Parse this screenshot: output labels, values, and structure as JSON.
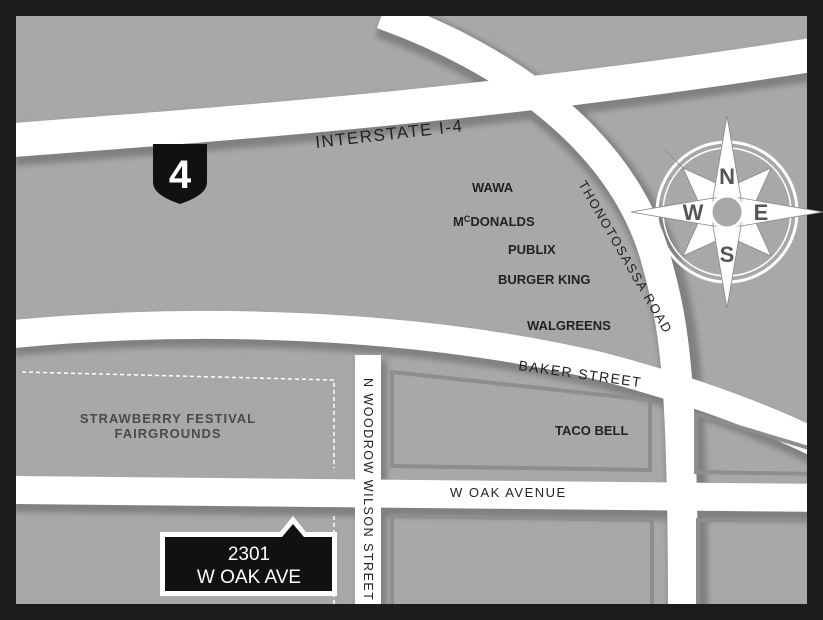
{
  "highway": {
    "shield_number": "4",
    "name": "INTERSTATE I-4"
  },
  "roads": {
    "thonotosassa": "THONOTOSASSA ROAD",
    "baker": "BAKER STREET",
    "woodrow": "N WOODROW WILSON STREET",
    "oak": "W OAK AVENUE"
  },
  "places": {
    "wawa": "WAWA",
    "mcdonalds_prefix": "M",
    "mcdonalds_super": "C",
    "mcdonalds_rest": "DONALDS",
    "publix": "PUBLIX",
    "burger_king": "BURGER KING",
    "walgreens": "WALGREENS",
    "taco_bell": "TACO BELL",
    "fairgrounds_line1": "STRAWBERRY FESTIVAL",
    "fairgrounds_line2": "FAIRGROUNDS"
  },
  "location": {
    "line1": "2301",
    "line2": "W OAK AVE"
  },
  "compass": {
    "n": "N",
    "e": "E",
    "s": "S",
    "w": "W"
  },
  "colors": {
    "land": "#a7a7a7",
    "road": "#ffffff",
    "road_shadow": "#6e6e6e",
    "label": "#222222",
    "frame": "#2a2a2a",
    "callout": "#111111"
  }
}
